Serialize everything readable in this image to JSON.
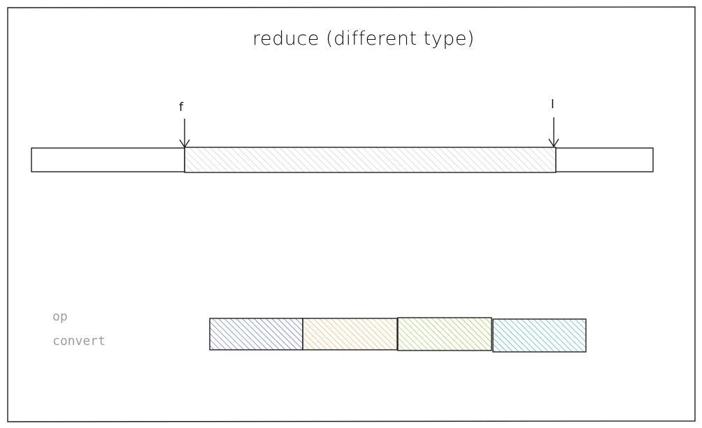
{
  "title": "reduce (different type)",
  "pointers": {
    "first": "f",
    "last": "l"
  },
  "legend": {
    "op": "op",
    "convert": "convert"
  },
  "colors": {
    "border": "#1e1e1e",
    "range_hatch": "#c4c4c4",
    "legend_text": "#9e9e9e",
    "blocks": [
      {
        "name": "blue",
        "fill": "#4c5bd4"
      },
      {
        "name": "orange",
        "fill": "#f0a52e"
      },
      {
        "name": "green",
        "fill": "#82c91e"
      },
      {
        "name": "cyan",
        "fill": "#15aabf"
      }
    ]
  }
}
